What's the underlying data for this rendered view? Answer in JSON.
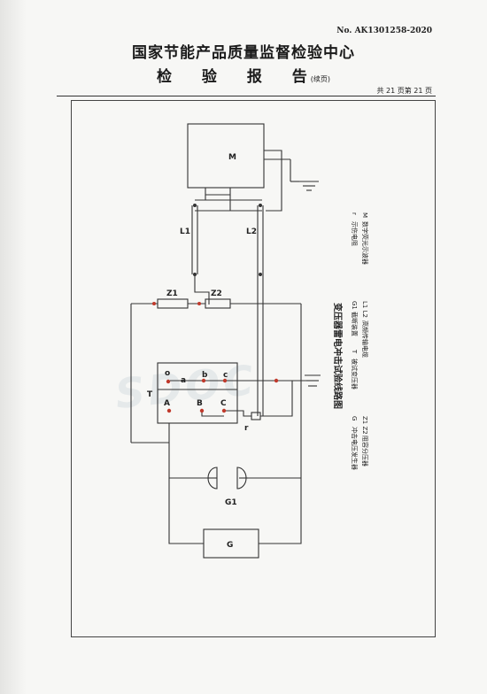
{
  "header": {
    "doc_no": "No. AK1301258-2020",
    "org_title": "国家节能产品质量监督检验中心",
    "report_title": "检 验 报 告",
    "continued": "(续页)",
    "page_info": "共 21 页第 21 页"
  },
  "diagram": {
    "title": "变压器雷电冲击试验线路图",
    "labels": {
      "M": "M",
      "L1": "L1",
      "L2": "L2",
      "Z1": "Z1",
      "Z2": "Z2",
      "T": "T",
      "a": "a",
      "b": "b",
      "c": "c",
      "o": "o",
      "A": "A",
      "B": "B",
      "C": "C",
      "r": "r",
      "G1": "G1",
      "G": "G"
    },
    "legend": [
      {
        "key": "r",
        "text": "示伤电阻"
      },
      {
        "key": "M",
        "text": "数字荧光示波器"
      },
      {
        "key": "G1",
        "text": "截断装置"
      },
      {
        "key": "T",
        "text": "被试变压器"
      },
      {
        "key": "L1 L2",
        "text": "高频传输电缆"
      },
      {
        "key": "G",
        "text": "冲击电压发生器"
      },
      {
        "key": "Z1 Z2",
        "text": "阻容分压器"
      }
    ],
    "watermark": "SDOC"
  },
  "colors": {
    "dot": "#c0392b",
    "line": "#333333"
  }
}
